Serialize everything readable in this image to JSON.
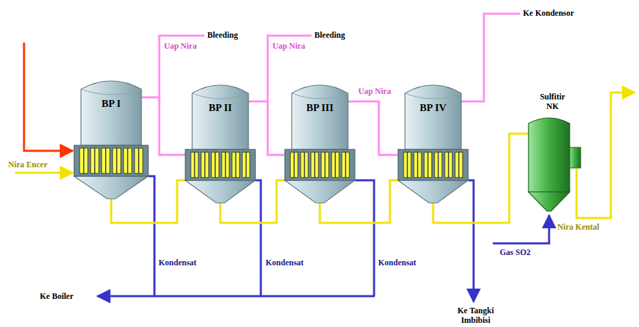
{
  "diagram": {
    "nodes": [
      {
        "text": [
          "BP I"
        ]
      },
      {
        "text": [
          "BP II"
        ]
      },
      {
        "text": [
          "BP III"
        ]
      },
      {
        "text": [
          "BP IV"
        ]
      },
      {
        "text": [
          "Sulfitir NK"
        ]
      }
    ],
    "edges": [
      {
        "from": 0,
        "to": 1,
        "arrow": "none",
        "label": "Uap Nira"
      },
      {
        "from": 1,
        "to": 2,
        "arrow": "none",
        "label": "Uap Nira"
      },
      {
        "from": 2,
        "to": 3,
        "arrow": "none",
        "label": "Uap Nira"
      },
      {
        "from": 0,
        "to": 1,
        "arrow": "none"
      },
      {
        "from": 1,
        "to": 2,
        "arrow": "none"
      },
      {
        "from": 2,
        "to": 3,
        "arrow": "none"
      },
      {
        "from": 3,
        "to": 4,
        "arrow": "none"
      }
    ],
    "labels": [
      "Bleeding",
      "Bleeding",
      "Ke Kondensor",
      "Nira Encer",
      "Kondensat",
      "Kondensat",
      "Kondensat",
      "Ke Boiler",
      "Ke Tangki Imbibisi",
      "Gas SO2",
      "Nira Kental"
    ]
  }
}
